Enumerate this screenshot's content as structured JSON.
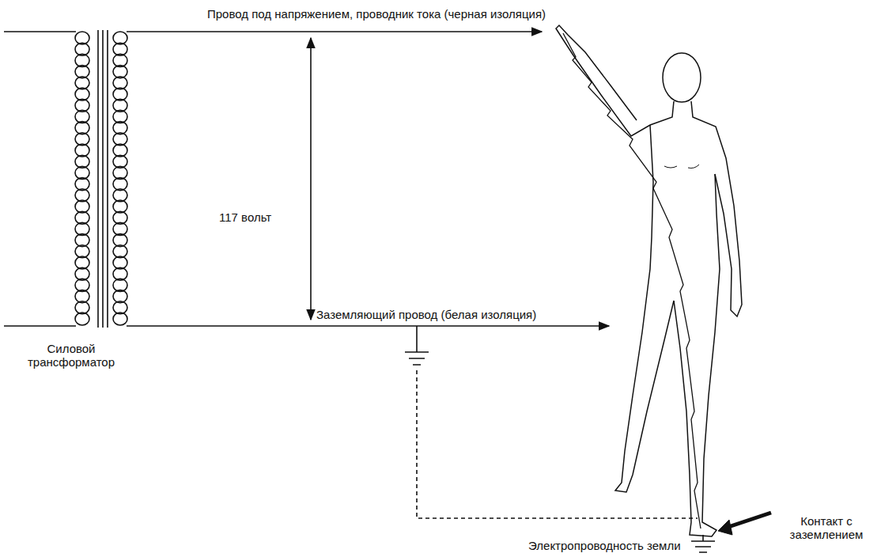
{
  "diagram": {
    "labels": [
      "Провод под напряжением, проводник тока (черная изоляция)",
      "117 вольт",
      "Заземляющий провод (белая изоляция)",
      "Силовой трансформатор",
      "Контакт с заземлением",
      "Электропроводность земли"
    ]
  }
}
